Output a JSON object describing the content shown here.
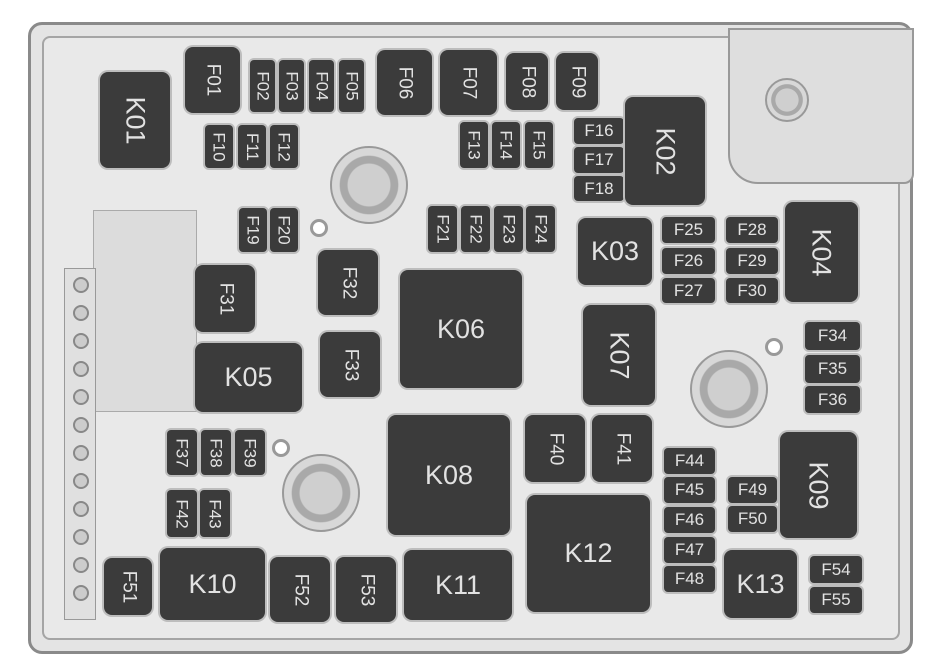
{
  "title": "Fuse box layout",
  "parts": [
    {
      "id": "K01",
      "label": "K01"
    },
    {
      "id": "F01",
      "label": "F01"
    },
    {
      "id": "F02",
      "label": "F02"
    },
    {
      "id": "F03",
      "label": "F03"
    },
    {
      "id": "F04",
      "label": "F04"
    },
    {
      "id": "F05",
      "label": "F05"
    },
    {
      "id": "F06",
      "label": "F06"
    },
    {
      "id": "F07",
      "label": "F07"
    },
    {
      "id": "F08",
      "label": "F08"
    },
    {
      "id": "F09",
      "label": "F09"
    },
    {
      "id": "F10",
      "label": "F10"
    },
    {
      "id": "F11",
      "label": "F11"
    },
    {
      "id": "F12",
      "label": "F12"
    },
    {
      "id": "F13",
      "label": "F13"
    },
    {
      "id": "F14",
      "label": "F14"
    },
    {
      "id": "F15",
      "label": "F15"
    },
    {
      "id": "F16",
      "label": "F16"
    },
    {
      "id": "F17",
      "label": "F17"
    },
    {
      "id": "F18",
      "label": "F18"
    },
    {
      "id": "K02",
      "label": "K02"
    },
    {
      "id": "F19",
      "label": "F19"
    },
    {
      "id": "F20",
      "label": "F20"
    },
    {
      "id": "F21",
      "label": "F21"
    },
    {
      "id": "F22",
      "label": "F22"
    },
    {
      "id": "F23",
      "label": "F23"
    },
    {
      "id": "F24",
      "label": "F24"
    },
    {
      "id": "K03",
      "label": "K03"
    },
    {
      "id": "F25",
      "label": "F25"
    },
    {
      "id": "F26",
      "label": "F26"
    },
    {
      "id": "F27",
      "label": "F27"
    },
    {
      "id": "F28",
      "label": "F28"
    },
    {
      "id": "F29",
      "label": "F29"
    },
    {
      "id": "F30",
      "label": "F30"
    },
    {
      "id": "K04",
      "label": "K04"
    },
    {
      "id": "F31",
      "label": "F31"
    },
    {
      "id": "F32",
      "label": "F32"
    },
    {
      "id": "F33",
      "label": "F33"
    },
    {
      "id": "K06",
      "label": "K06"
    },
    {
      "id": "K07",
      "label": "K07"
    },
    {
      "id": "K05",
      "label": "K05"
    },
    {
      "id": "F34",
      "label": "F34"
    },
    {
      "id": "F35",
      "label": "F35"
    },
    {
      "id": "F36",
      "label": "F36"
    },
    {
      "id": "F37",
      "label": "F37"
    },
    {
      "id": "F38",
      "label": "F38"
    },
    {
      "id": "F39",
      "label": "F39"
    },
    {
      "id": "F40",
      "label": "F40"
    },
    {
      "id": "F41",
      "label": "F41"
    },
    {
      "id": "K08",
      "label": "K08"
    },
    {
      "id": "K09",
      "label": "K09"
    },
    {
      "id": "F44",
      "label": "F44"
    },
    {
      "id": "F45",
      "label": "F45"
    },
    {
      "id": "F46",
      "label": "F46"
    },
    {
      "id": "F47",
      "label": "F47"
    },
    {
      "id": "F48",
      "label": "F48"
    },
    {
      "id": "F49",
      "label": "F49"
    },
    {
      "id": "F50",
      "label": "F50"
    },
    {
      "id": "F42",
      "label": "F42"
    },
    {
      "id": "F43",
      "label": "F43"
    },
    {
      "id": "K12",
      "label": "K12"
    },
    {
      "id": "F51",
      "label": "F51"
    },
    {
      "id": "K10",
      "label": "K10"
    },
    {
      "id": "F52",
      "label": "F52"
    },
    {
      "id": "F53",
      "label": "F53"
    },
    {
      "id": "K11",
      "label": "K11"
    },
    {
      "id": "K13",
      "label": "K13"
    },
    {
      "id": "F54",
      "label": "F54"
    },
    {
      "id": "F55",
      "label": "F55"
    }
  ]
}
